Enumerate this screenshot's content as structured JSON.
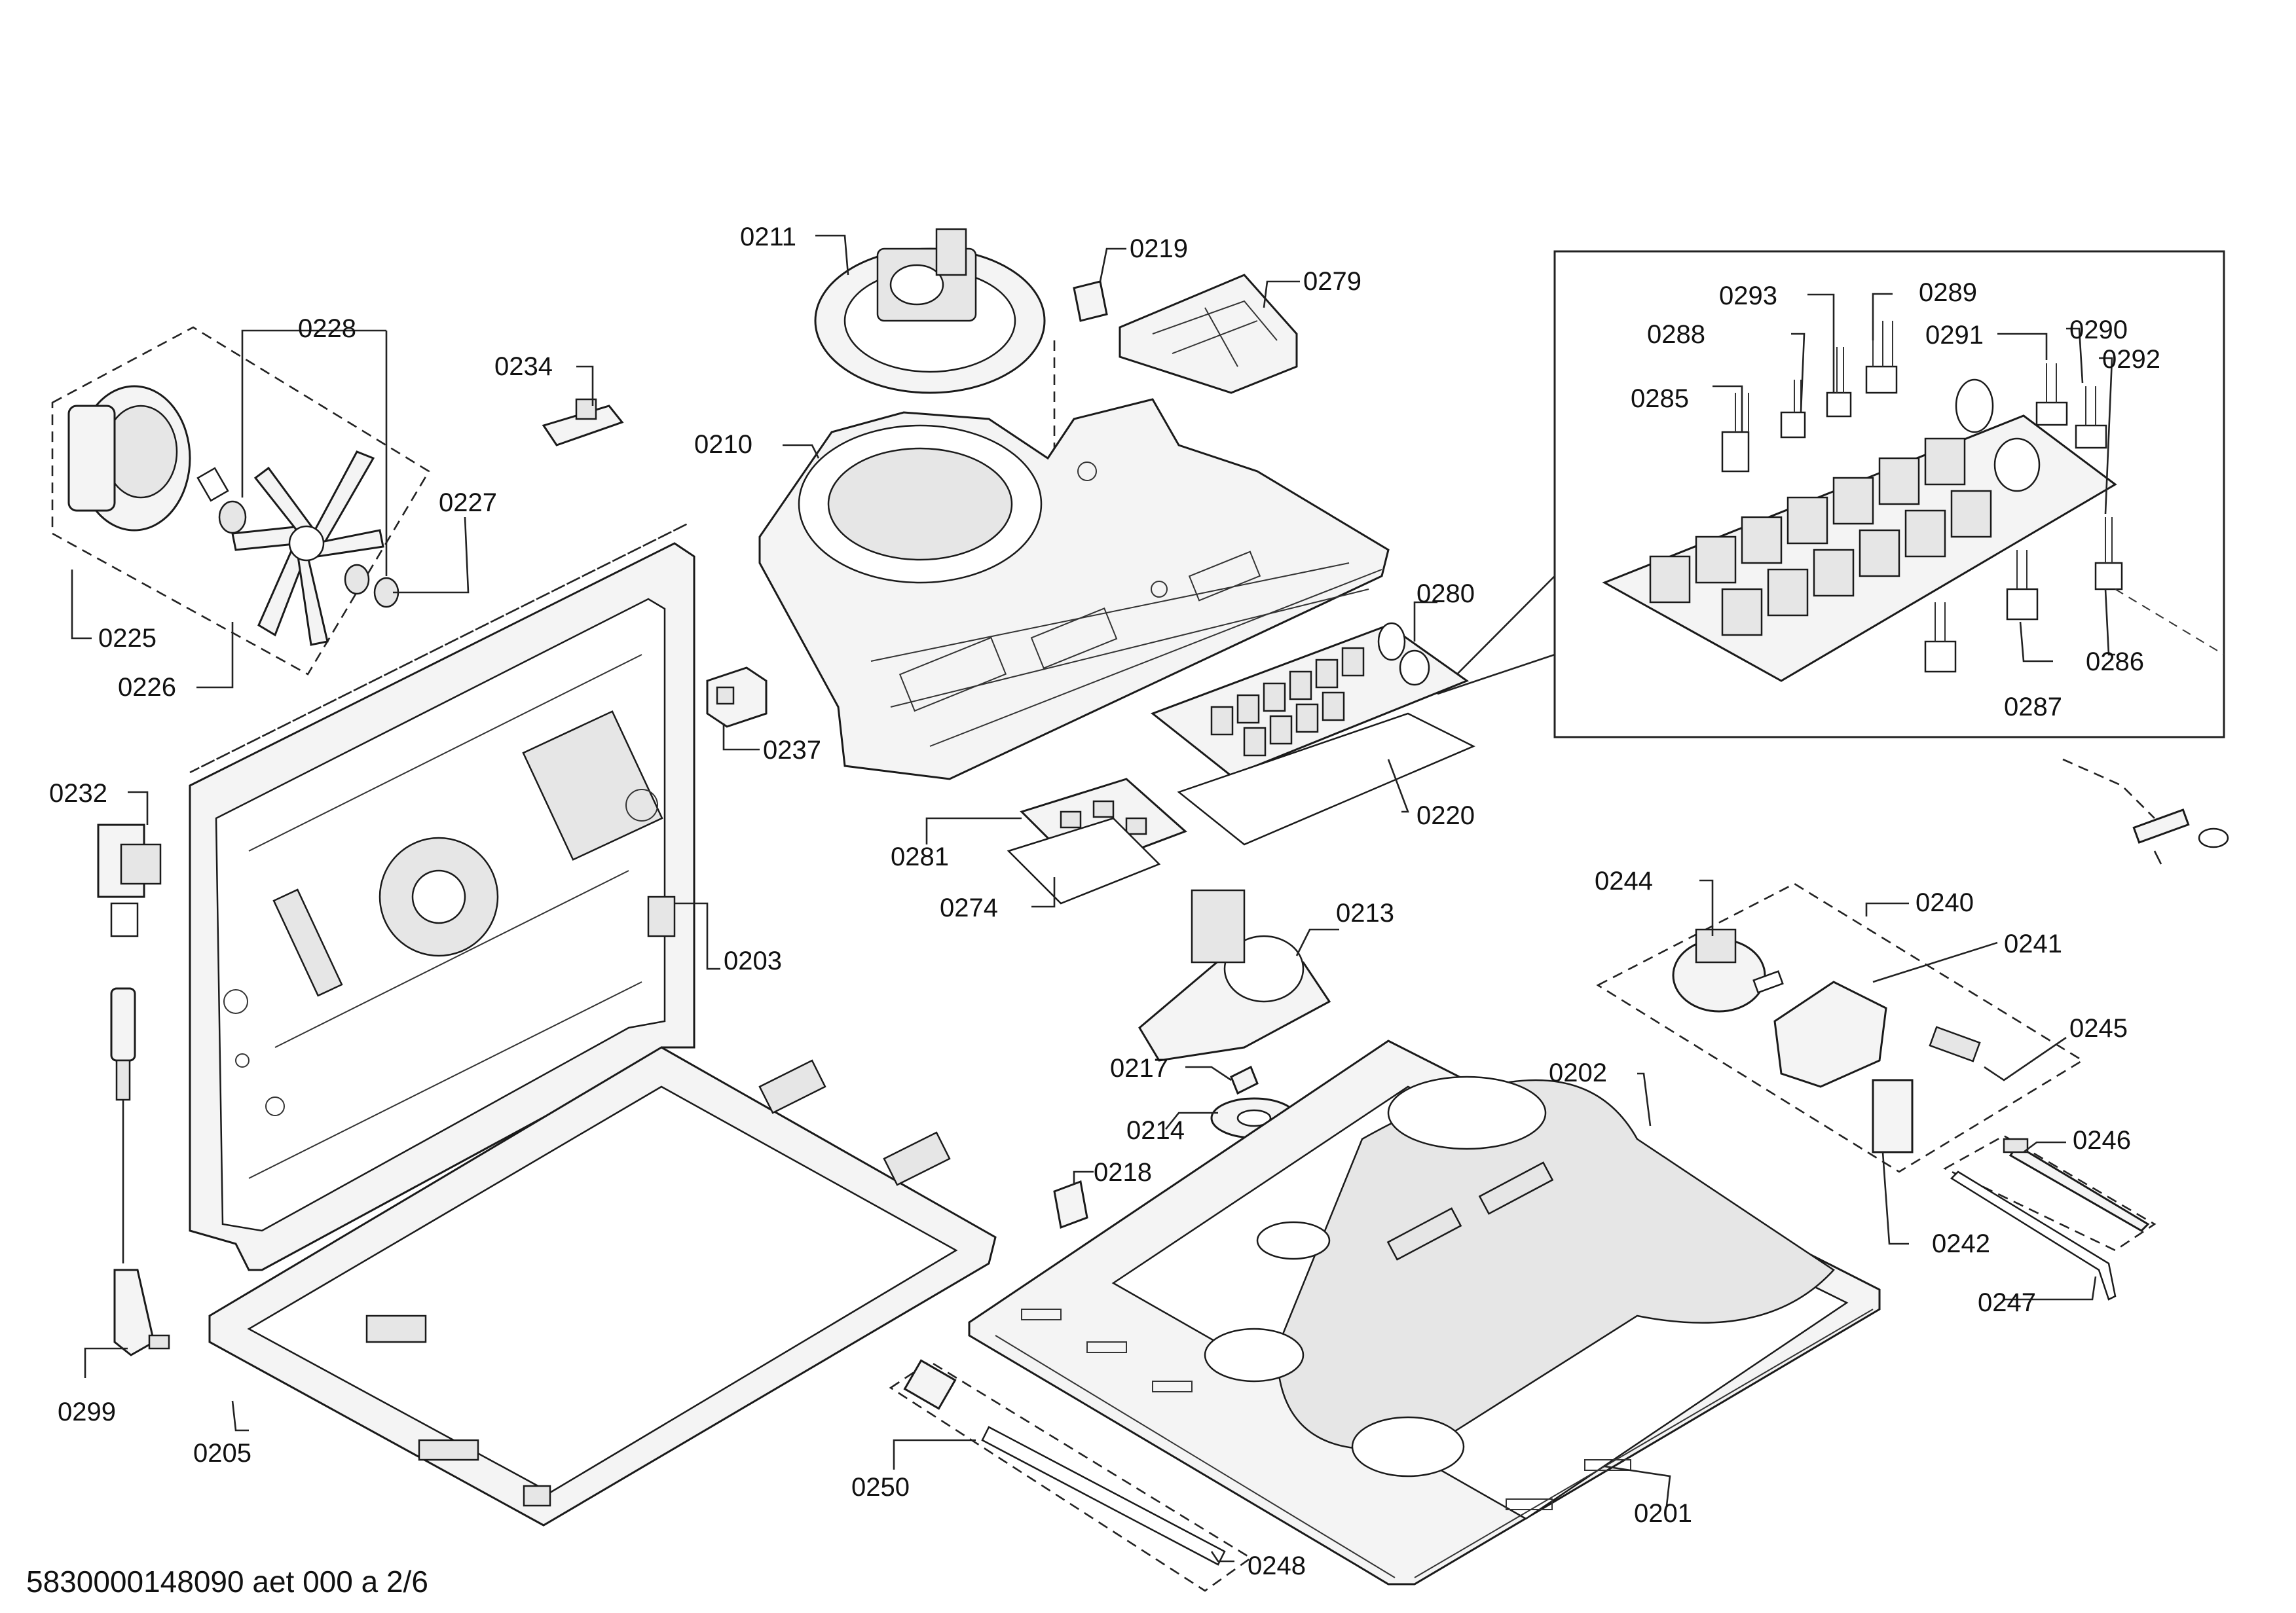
{
  "drawing_id": "5830000148090 aet 000 a 2/6",
  "labels": {
    "l0211": "0211",
    "l0219": "0219",
    "l0279": "0279",
    "l0228": "0228",
    "l0234": "0234",
    "l0210": "0210",
    "l0227": "0227",
    "l0225": "0225",
    "l0226": "0226",
    "l0237": "0237",
    "l0280": "0280",
    "l0293": "0293",
    "l0289": "0289",
    "l0288": "0288",
    "l0291": "0291",
    "l0290": "0290",
    "l0292": "0292",
    "l0285": "0285",
    "l0286": "0286",
    "l0287": "0287",
    "l0220": "0220",
    "l0232": "0232",
    "l0281": "0281",
    "l0274": "0274",
    "l0203": "0203",
    "l0213": "0213",
    "l0244": "0244",
    "l0240": "0240",
    "l0241": "0241",
    "l0245": "0245",
    "l0217": "0217",
    "l0202": "0202",
    "l0214": "0214",
    "l0218": "0218",
    "l0246": "0246",
    "l0242": "0242",
    "l0247": "0247",
    "l0299": "0299",
    "l0205": "0205",
    "l0250": "0250",
    "l0201": "0201",
    "l0248": "0248"
  }
}
